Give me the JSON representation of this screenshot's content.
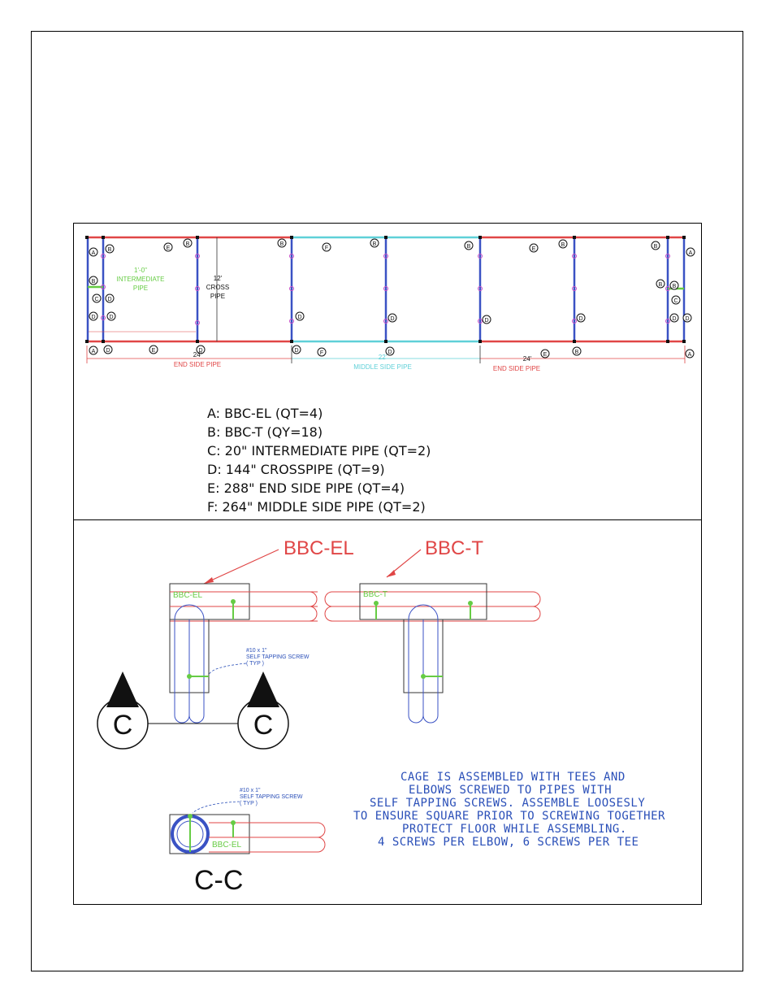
{
  "colors": {
    "end_pipe": "#e04646",
    "middle_pipe": "#5fd0d8",
    "cross_pipe": "#3a52c4",
    "fitting": "#c84fc8",
    "intermediate": "#66cc44",
    "annotation_blue": "#2a4fb8",
    "screw_green": "#66cc44"
  },
  "plan": {
    "intermediate_label": [
      "1'-0\"",
      "INTERMEDIATE",
      "PIPE"
    ],
    "cross_label": [
      "12'",
      "CROSS",
      "PIPE"
    ],
    "end_left_dim": "24'",
    "end_left_label": "END SIDE PIPE",
    "middle_dim": "22'",
    "middle_label": "MIDDLE SIDE PIPE",
    "end_right_dim": "24'",
    "end_right_label": "END SIDE PIPE",
    "markers": {
      "A": "A",
      "B": "B",
      "C": "C",
      "D": "D",
      "E": "E",
      "F": "F"
    }
  },
  "legend": [
    "A:  BBC-EL (QT=4)",
    "B:  BBC-T (QY=18)",
    "C:  20\" INTERMEDIATE PIPE (QT=2)",
    "D:  144\" CROSSPIPE (QT=9)",
    "E:  288\" END SIDE PIPE (QT=4)",
    "F:  264\" MIDDLE SIDE PIPE (QT=2)"
  ],
  "detail": {
    "callout_el": "BBC-EL",
    "callout_t": "BBC-T",
    "fitting_el_tag": "BBC-EL",
    "fitting_t_tag": "BBC-T",
    "screw_note": [
      "#10 x 1\"",
      "SELF TAPPING SCREW",
      "( TYP )"
    ],
    "section_marker": "C",
    "section_title": "C-C",
    "section_tag": "BBC-EL",
    "notes": [
      "CAGE IS ASSEMBLED WITH TEES AND",
      "ELBOWS SCREWED TO PIPES WITH",
      "SELF TAPPING SCREWS.  ASSEMBLE LOOSESLY",
      "TO ENSURE SQUARE PRIOR TO SCREWING TOGETHER",
      "PROTECT FLOOR WHILE ASSEMBLING.",
      "4 SCREWS PER ELBOW, 6 SCREWS PER TEE"
    ]
  }
}
